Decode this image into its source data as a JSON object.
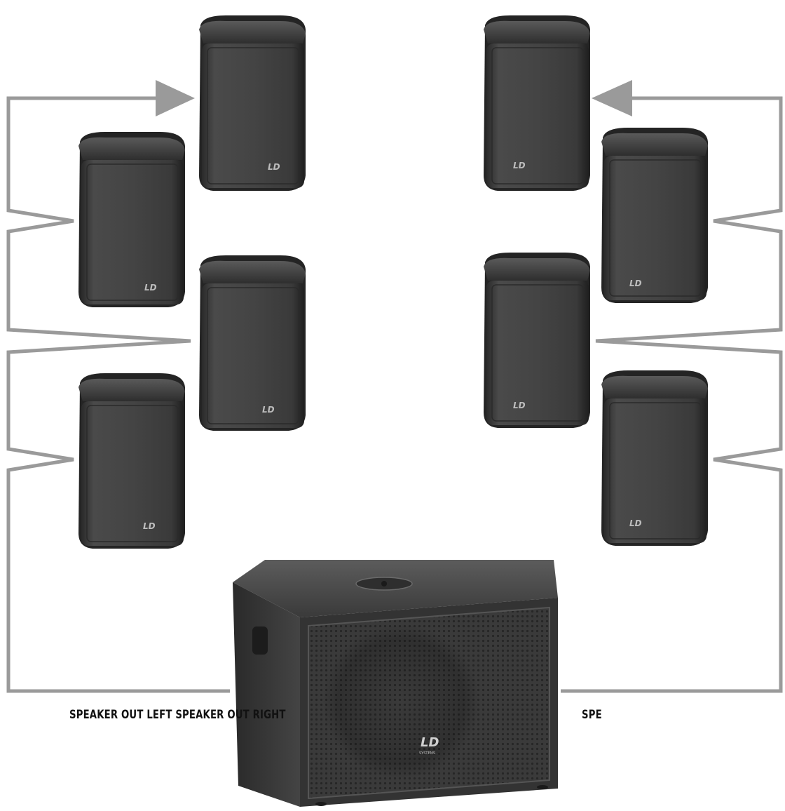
{
  "labels": {
    "speaker_out_left": "SPEAKER OUT LEFT SPEAKER OUT RIGHT",
    "speaker_out_right": "SPE"
  },
  "logos": {
    "satellite": "LD",
    "subwoofer": "LD",
    "subwoofer_sub": "SYSTEMS"
  },
  "colors": {
    "cable": "#9a9a9a",
    "speaker_body": "#3c3c3c",
    "speaker_dark": "#222222",
    "label": "#111111"
  },
  "icons": {
    "arrow_left_group": "arrow-right-icon",
    "arrow_right_group": "arrow-left-icon"
  }
}
